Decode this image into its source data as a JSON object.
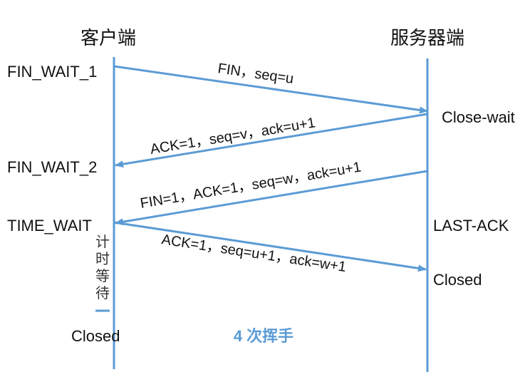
{
  "headers": {
    "client": "客户端",
    "server": "服务器端"
  },
  "client_states": {
    "fin_wait_1": "FIN_WAIT_1",
    "fin_wait_2": "FIN_WAIT_2",
    "time_wait": "TIME_WAIT",
    "closed": "Closed"
  },
  "server_states": {
    "close_wait": "Close-wait",
    "last_ack": "LAST-ACK",
    "closed": "Closed"
  },
  "messages": {
    "m1": "FIN，seq=u",
    "m2": "ACK=1，seq=v，ack=u+1",
    "m3": "FIN=1，ACK=1，seq=w，ack=u+1",
    "m4": "ACK=1，seq=u+1，ack=w+1"
  },
  "timer": [
    "计",
    "时",
    "等",
    "待"
  ],
  "footer": "4 次挥手",
  "colors": {
    "line": "#5b9bd5",
    "text": "#111111"
  }
}
